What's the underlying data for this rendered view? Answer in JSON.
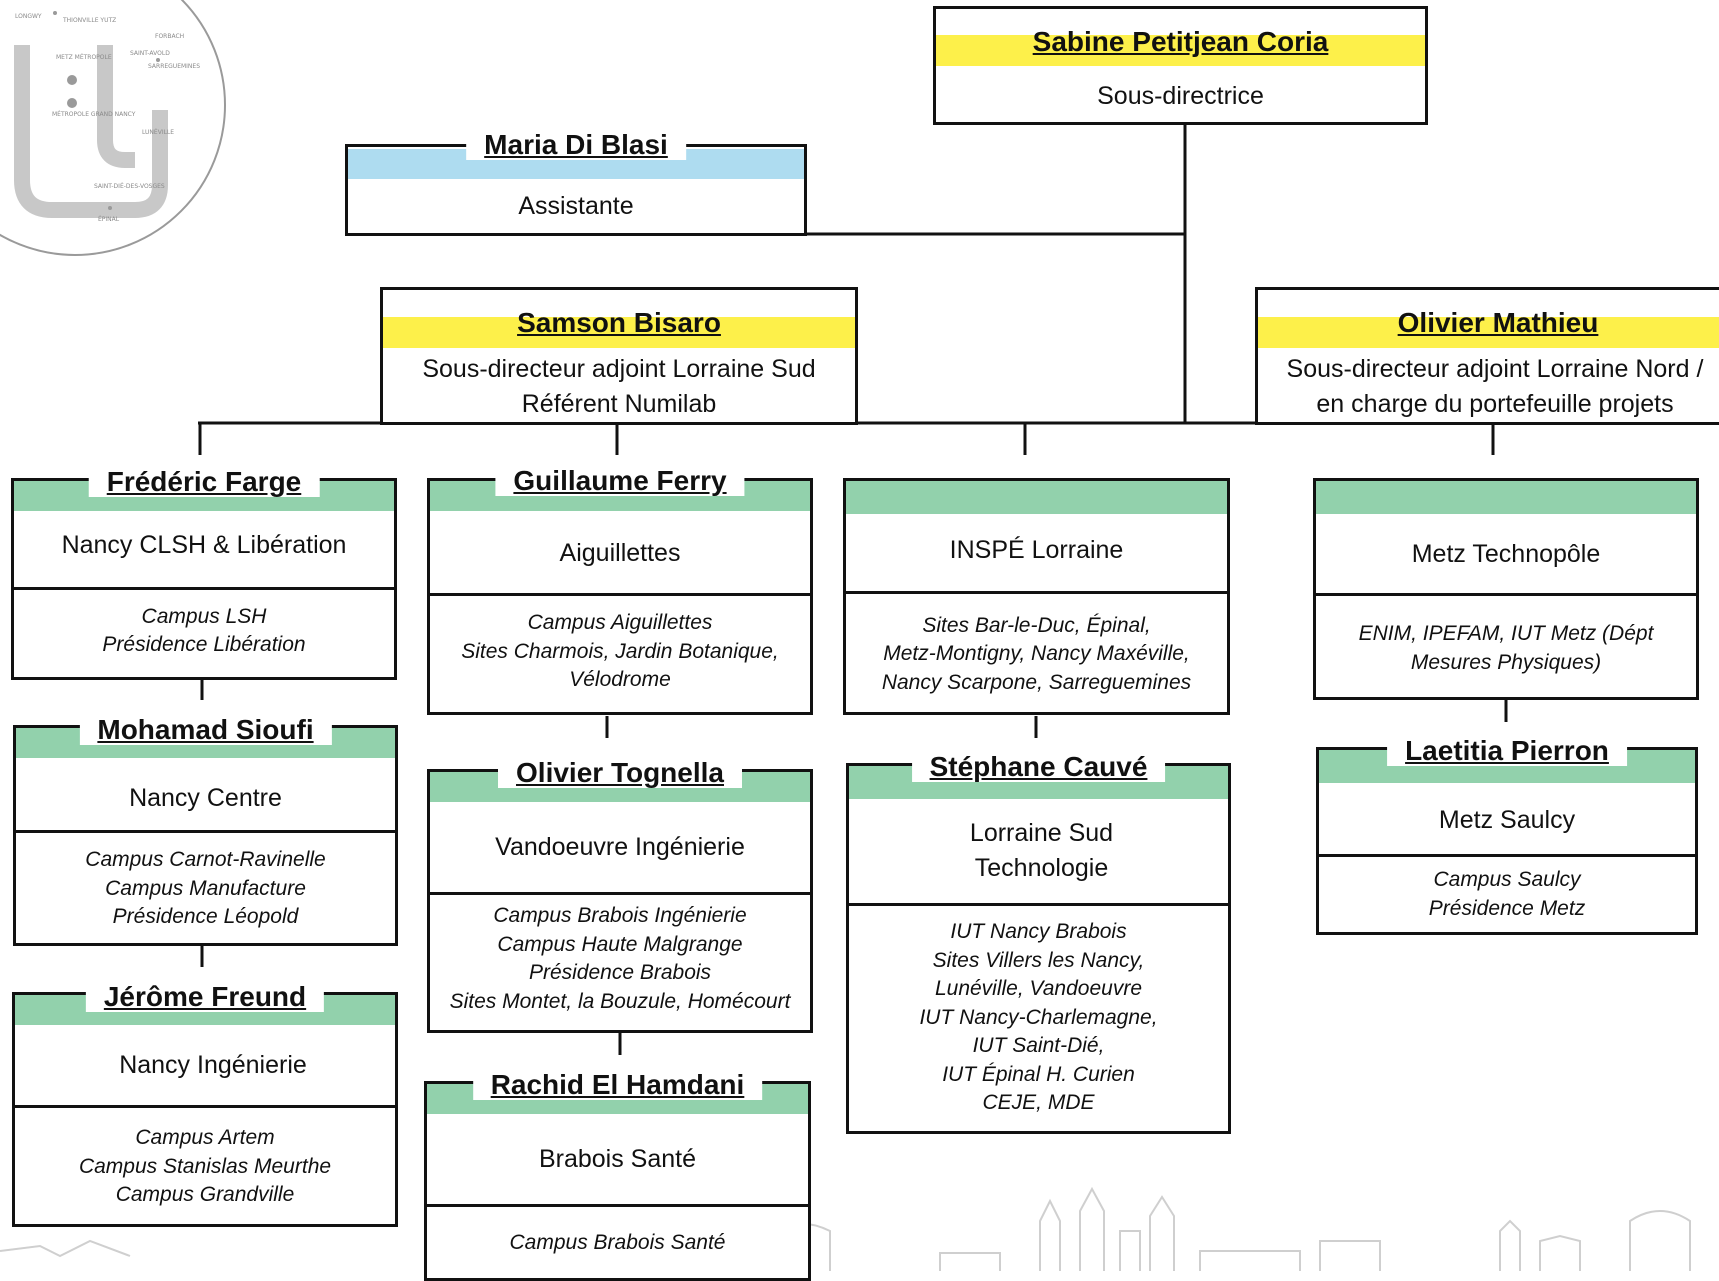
{
  "colors": {
    "director_band": "#fdf04a",
    "assistant_band": "#aedcf0",
    "site_band": "#92d1ac"
  },
  "logo": {
    "labels": [
      "LONGWY",
      "THIONVILLE YUTZ",
      "FORBACH",
      "METZ MÉTROPOLE",
      "SAINT-AVOLD",
      "SARREGUEMINES",
      "MÉTROPOLE GRAND NANCY",
      "LUNÉVILLE",
      "SAINT-DIÉ-DES-VOSGES",
      "ÉPINAL"
    ]
  },
  "director": {
    "name": "Sabine Petitjean Coria",
    "role": "Sous-directrice"
  },
  "assistant": {
    "name": "Maria Di Blasi",
    "role": "Assistante"
  },
  "deputy_south": {
    "name": "Samson Bisaro",
    "role_lines": [
      "Sous-directeur adjoint Lorraine Sud",
      "Référent Numilab"
    ]
  },
  "deputy_north": {
    "name": "Olivier Mathieu",
    "role_lines": [
      "Sous-directeur adjoint Lorraine Nord /",
      "en charge du portefeuille projets"
    ]
  },
  "sites": {
    "farge": {
      "name": "Frédéric Farge",
      "title": "Nancy CLSH & Libération",
      "campuses": [
        "Campus LSH",
        "Présidence Libération"
      ]
    },
    "sioufi": {
      "name": "Mohamad Sioufi",
      "title": "Nancy Centre",
      "campuses": [
        "Campus Carnot-Ravinelle",
        "Campus Manufacture",
        "Présidence Léopold"
      ]
    },
    "freund": {
      "name": "Jérôme Freund",
      "title": "Nancy Ingénierie",
      "campuses": [
        "Campus Artem",
        "Campus Stanislas Meurthe",
        "Campus Grandville"
      ]
    },
    "ferry": {
      "name": "Guillaume Ferry",
      "title": "Aiguillettes",
      "campuses": [
        "Campus Aiguillettes",
        "Sites Charmois, Jardin Botanique,",
        "Vélodrome"
      ]
    },
    "tognella": {
      "name": "Olivier Tognella",
      "title": "Vandoeuvre Ingénierie",
      "campuses": [
        "Campus Brabois Ingénierie",
        "Campus Haute Malgrange",
        "Présidence Brabois",
        "Sites Montet, la Bouzule, Homécourt"
      ]
    },
    "elhamdani": {
      "name": "Rachid El Hamdani",
      "title": "Brabois Santé",
      "campuses": [
        "Campus Brabois Santé"
      ]
    },
    "inspe": {
      "name": "",
      "title": "INSPÉ Lorraine",
      "campuses": [
        "Sites Bar-le-Duc, Épinal,",
        "Metz-Montigny, Nancy Maxéville,",
        "Nancy Scarpone, Sarreguemines"
      ]
    },
    "cauve": {
      "name": "Stéphane Cauvé",
      "title_lines": [
        "Lorraine Sud",
        "Technologie"
      ],
      "campuses": [
        "IUT Nancy Brabois",
        "Sites Villers les Nancy,",
        "Lunéville, Vandoeuvre",
        "IUT Nancy-Charlemagne,",
        "IUT Saint-Dié,",
        "IUT Épinal H. Curien",
        "CEJE, MDE"
      ]
    },
    "technopole": {
      "name": "",
      "title": "Metz Technopôle",
      "campuses": [
        "ENIM, IPEFAM, IUT Metz (Dépt",
        "Mesures Physiques)"
      ]
    },
    "pierron": {
      "name": "Laetitia Pierron",
      "title": "Metz Saulcy",
      "campuses": [
        "Campus Saulcy",
        "Présidence Metz"
      ]
    }
  }
}
